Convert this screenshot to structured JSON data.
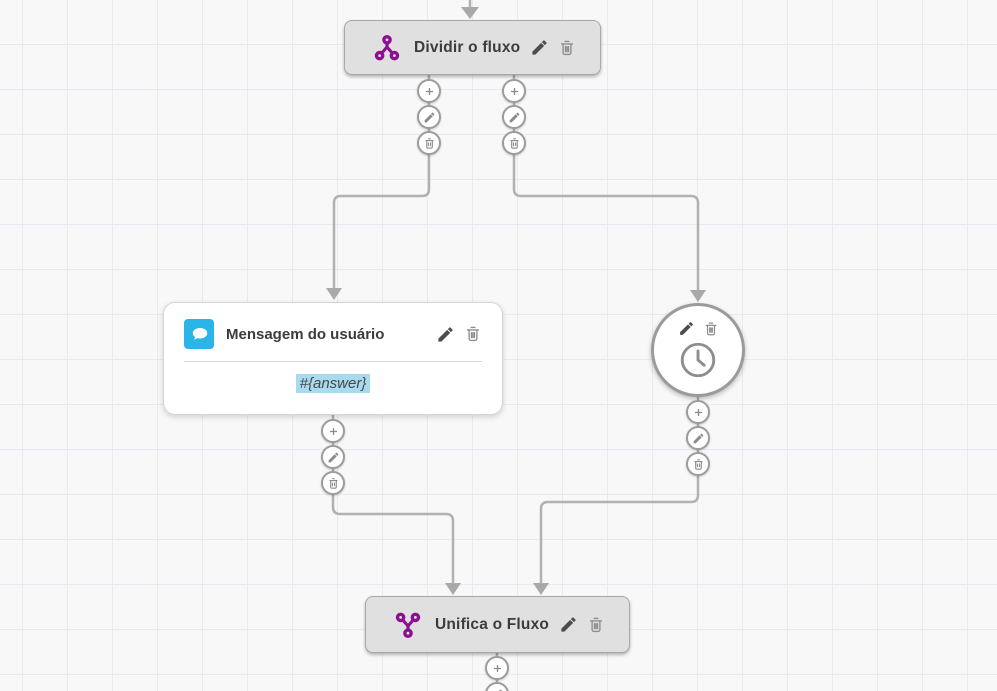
{
  "nodes": {
    "split": {
      "title": "Dividir o fluxo",
      "icon": "split-icon"
    },
    "message": {
      "title": "Mensagem do usuário",
      "icon": "chat-bubble-icon",
      "body": "#{answer}"
    },
    "timer": {
      "icon": "clock-icon"
    },
    "merge": {
      "title": "Unifica o Fluxo",
      "icon": "merge-icon"
    }
  },
  "node_actions": {
    "edit": "edit-icon",
    "delete": "delete-icon"
  },
  "connector_actions": {
    "add": "add-icon",
    "edit": "edit-icon",
    "delete": "delete-icon"
  },
  "colors": {
    "background": "#f8f8f9",
    "grid_line": "#e8eaf1",
    "node_fill": "#e0e0e0",
    "node_border": "#a8a8a8",
    "connector": "#b1b1b1",
    "accent_purple": "#8d0e91",
    "accent_blue": "#29b5e8",
    "highlight": "#a8daf0",
    "title_text": "#3c3c3c"
  }
}
